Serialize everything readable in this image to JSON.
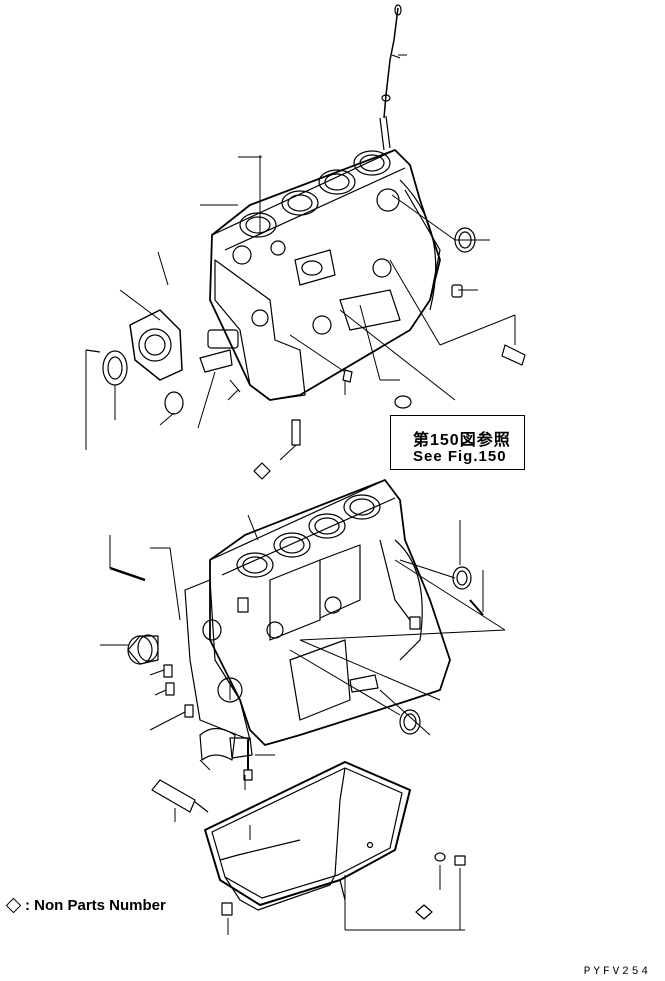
{
  "reference_box": {
    "line1": "第150図参照",
    "line2": "See Fig.150"
  },
  "legend": {
    "symbol_icon": "diamond-icon",
    "text": ": Non Parts Number"
  },
  "figure_code": "PYFV254"
}
